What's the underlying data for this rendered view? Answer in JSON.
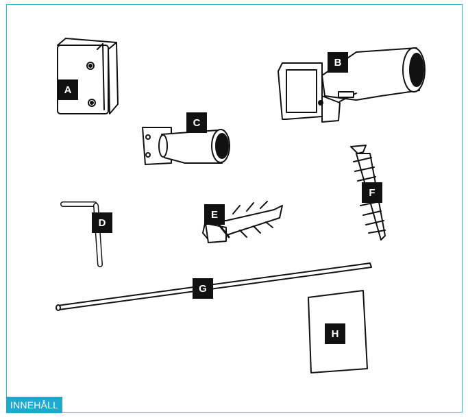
{
  "section_title": "INNEHÅLL",
  "accent_color": "#1fa9cf",
  "parts": [
    {
      "label": "A",
      "icon": "glass-clamp-icon"
    },
    {
      "label": "B",
      "icon": "wall-rod-bracket-icon"
    },
    {
      "label": "C",
      "icon": "rod-connector-icon"
    },
    {
      "label": "D",
      "icon": "hex-key-icon"
    },
    {
      "label": "E",
      "icon": "wall-plug-icon"
    },
    {
      "label": "F",
      "icon": "screw-icon"
    },
    {
      "label": "G",
      "icon": "stabilizer-rod-icon"
    },
    {
      "label": "H",
      "icon": "adhesive-pad-icon"
    }
  ]
}
